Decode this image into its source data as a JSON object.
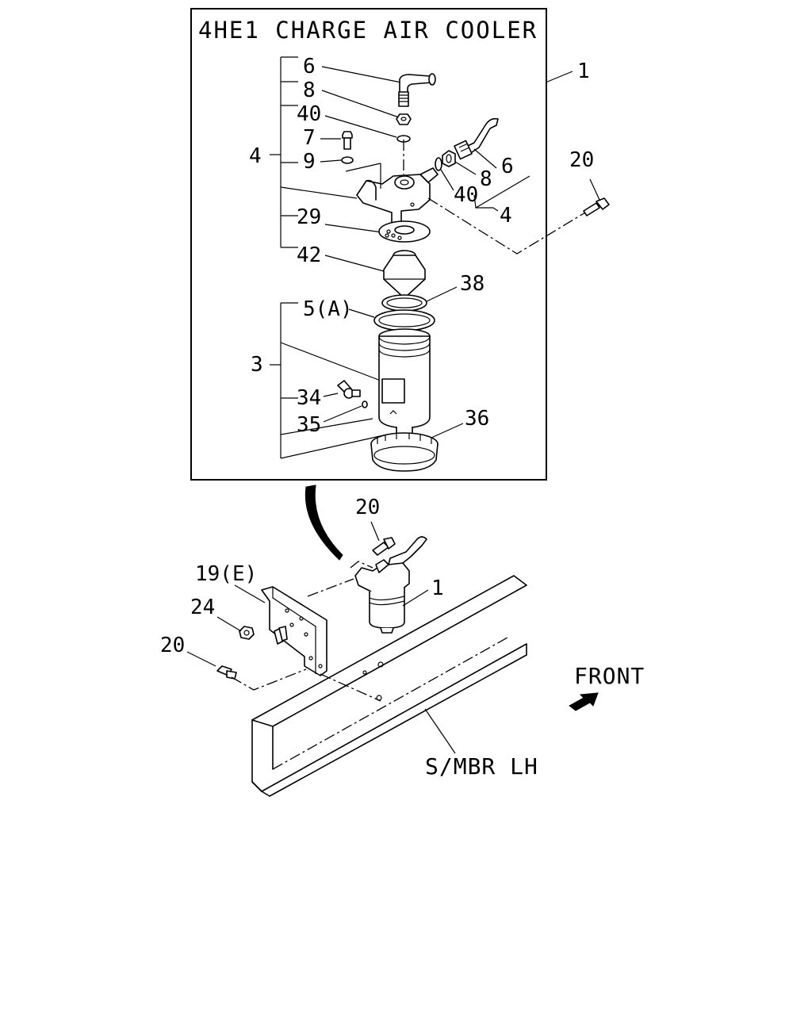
{
  "title": "4HE1 CHARGE AIR COOLER",
  "labels": {
    "p1": "1",
    "p1b": "1",
    "p3": "3",
    "p4": "4",
    "p4b": "4",
    "p5a": "5(A)",
    "p6": "6",
    "p6b": "6",
    "p7": "7",
    "p8": "8",
    "p8b": "8",
    "p9": "9",
    "p19e": "19(E)",
    "p20": "20",
    "p20b": "20",
    "p20c": "20",
    "p24": "24",
    "p29": "29",
    "p34": "34",
    "p35": "35",
    "p36": "36",
    "p38": "38",
    "p40": "40",
    "p40b": "40",
    "p42": "42"
  },
  "front_label": "FRONT",
  "member_label": "S/MBR LH",
  "icons": {
    "front_arrow": "front-arrow-icon"
  }
}
